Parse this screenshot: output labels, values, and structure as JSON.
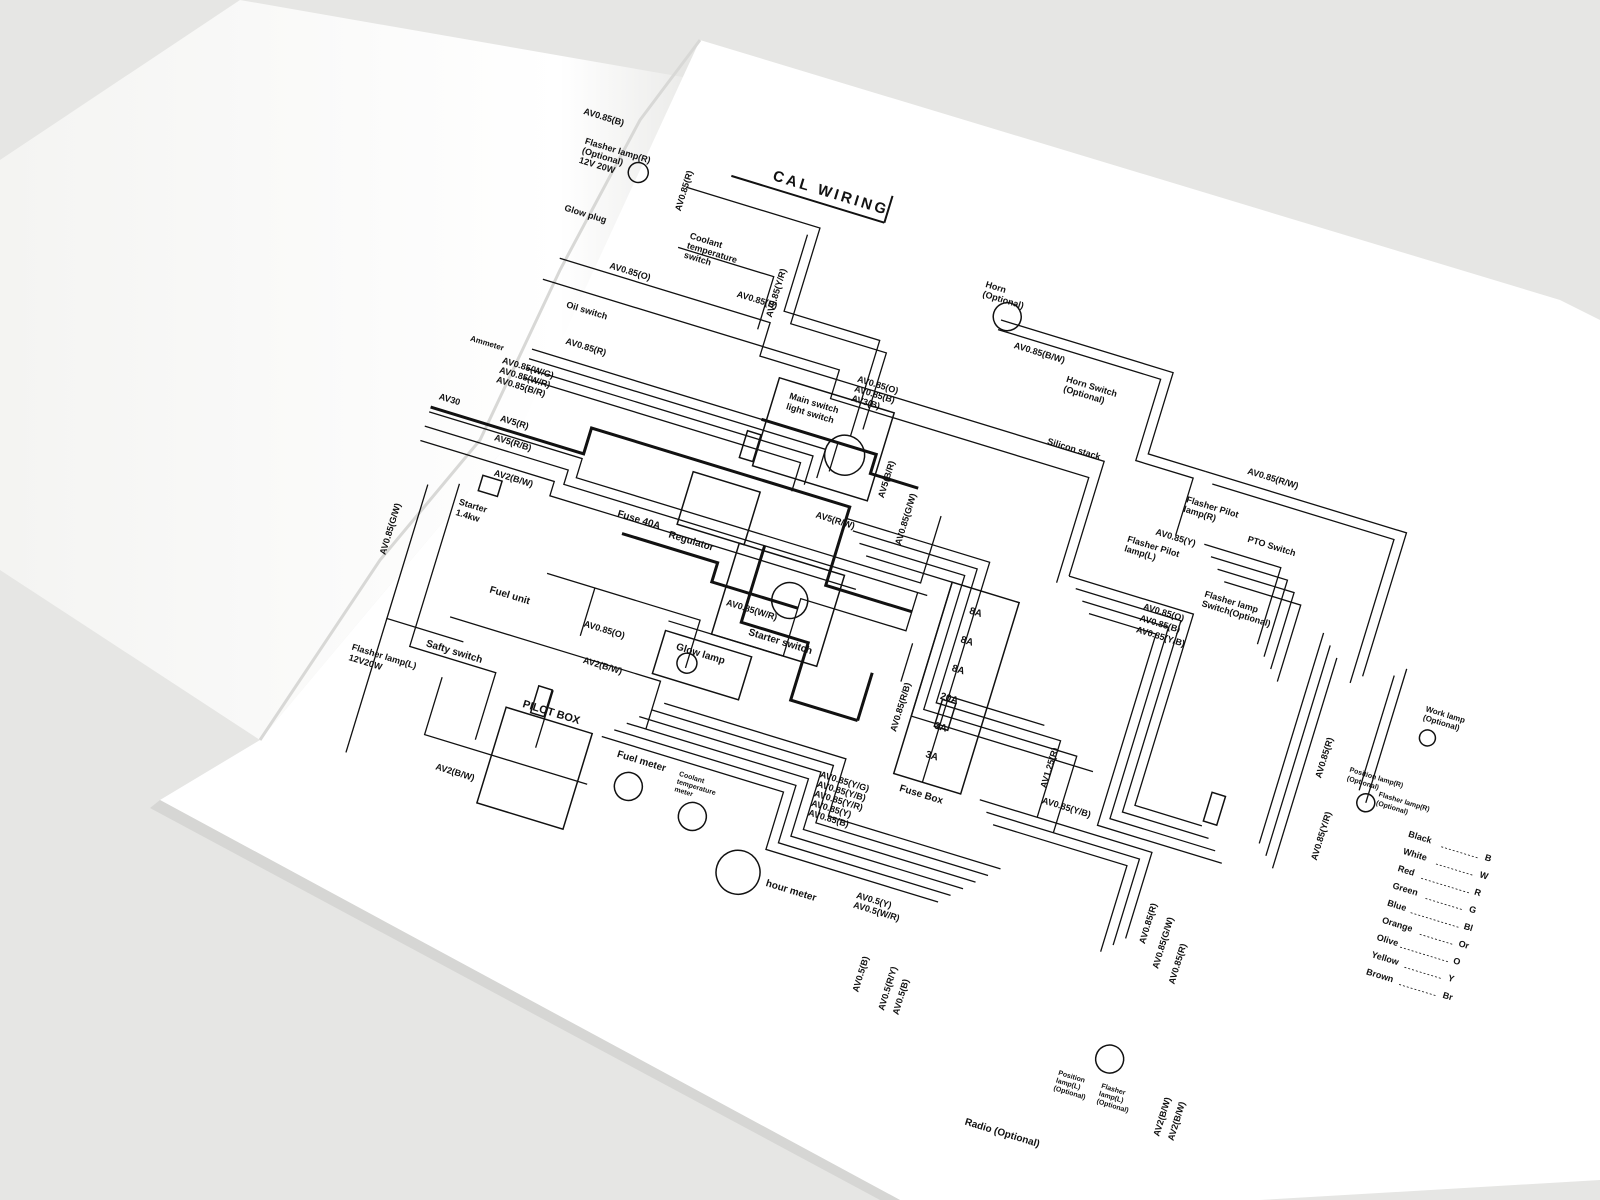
{
  "page_header": "CAL WIRING",
  "components": {
    "flasher_lamp_r": [
      "Flasher lamp(R)",
      "(Optional)",
      "12V 20W"
    ],
    "glow_plug": "Glow plug",
    "coolant_temp_switch": [
      "Coolant",
      "temperature",
      "switch"
    ],
    "horn": [
      "Horn",
      "(Optional)"
    ],
    "horn_switch": [
      "Horn Switch",
      "(Optional)"
    ],
    "silicon_stack": "Silicon stack",
    "oil_switch": "Oil switch",
    "ammeter": "Ammeter",
    "main_switch": [
      "Main switch",
      "light switch"
    ],
    "flasher_pilot_lamp_r": [
      "Flasher Pilot",
      "lamp(R)"
    ],
    "pto_switch": "PTO Switch",
    "flasher_pilot_lamp_l": [
      "Flasher Pilot",
      "lamp(L)"
    ],
    "flasher_lamp_switch": [
      "Flasher lamp",
      "Switch(Optional)"
    ],
    "work_lamp": [
      "Work lamp",
      "(Optional)"
    ],
    "position_lamp_r": [
      "Position lamp(R)",
      "(Optional)"
    ],
    "flasher_lamp_r2": [
      "Flasher lamp(R)",
      "(Optional)"
    ],
    "starter": [
      "Starter",
      "1.4kw"
    ],
    "fuse_40a": "Fuse 40A",
    "regulator": "Regulator",
    "starter_switch": "Starter switch",
    "glow_lamp": "Glow lamp",
    "fuel_unit": "Fuel unit",
    "flasher_lamp_l": [
      "Flasher lamp(L)",
      "12V20W"
    ],
    "safty_switch": "Safty switch",
    "pilot_box": "PILOT BOX",
    "fuel_meter": "Fuel meter",
    "coolant_temp_meter": [
      "Coolant",
      "temperature",
      "meter"
    ],
    "hour_meter": "hour meter",
    "fuse_box": "Fuse Box",
    "fuses": [
      "8A",
      "8A",
      "8A",
      "20A",
      "3A",
      "3A"
    ],
    "position_lamp_l": [
      "Position",
      "lamp(L)",
      "(Optional)"
    ],
    "flasher_lamp_l2": [
      "Flasher",
      "lamp(L)",
      "(Optional)"
    ],
    "radio": "Radio (Optional)"
  },
  "wires": {
    "w1": "AV0.85(B)",
    "w2": "AV0.85(R)",
    "w3": "AV0.85(Y/R)",
    "w4": "AV0.85(B)",
    "w5": "AV0.85(B/W)",
    "w6": "AV0.85(O)",
    "w7": "AV0.85(R)",
    "w8": "AV0.85(W/G)",
    "w9": "AV0.85(W/R)",
    "w10": "AV0.85(B/R)",
    "w11": "AV30",
    "w12": "AV5(R)",
    "w13": "AV5(R/B)",
    "w14": "AV2(B/W)",
    "w15": "AV0.85(R/W)",
    "w16": "AV0.85(Y)",
    "w17": "AV0.85(O)",
    "w18": "AV0.85(B)",
    "w19": "AV3(B)",
    "w20": "AV5(B/R)",
    "w21": "AV5(R/W)",
    "w22": "AV0.85(G/W)",
    "w23": "AV0.85(O)",
    "w24": "AV0.85(B)",
    "w25": "AV0.85(Y/B)",
    "w26": "AV0.85(G/W)",
    "w27": "AV0.85(O)",
    "w28": "AV2(B/W)",
    "w29": "AV2(B/W)",
    "w30": "AV0.85(W/R)",
    "w31": "AV0.85(R/B)",
    "w32": "AV1.25(R)",
    "w33": "AV0.85(Y/B)",
    "w34": "AV0.85(Y/G)",
    "w35": "AV0.85(Y/B)",
    "w36": "AV0.85(Y/R)",
    "w37": "AV0.85(Y)",
    "w38": "AV0.85(B)",
    "w39": "AV0.5(Y)",
    "w40": "AV0.5(W/R)",
    "w41": "AV0.5(B)",
    "w42": "AV0.5(R/Y)",
    "w43": "AV0.5(B)",
    "w44": "AV0.85(G/W)",
    "w45": "AV0.85(R)",
    "w46": "AV2(B/W)",
    "w47": "AV2(B/W)",
    "w48": "AV0.85(R)",
    "w49": "AV0.85(Y/R)",
    "w50": "AV0.85(R)"
  },
  "legend": [
    {
      "color": "Black",
      "code": "B"
    },
    {
      "color": "White",
      "code": "W"
    },
    {
      "color": "Red",
      "code": "R"
    },
    {
      "color": "Green",
      "code": "G"
    },
    {
      "color": "Blue",
      "code": "Bl"
    },
    {
      "color": "Orange",
      "code": "Or"
    },
    {
      "color": "Olive",
      "code": "O"
    },
    {
      "color": "Yellow",
      "code": "Y"
    },
    {
      "color": "Brown",
      "code": "Br"
    }
  ],
  "colors": {
    "background": "#e6e6e4",
    "paper": "#ffffff",
    "ink": "#111111"
  }
}
